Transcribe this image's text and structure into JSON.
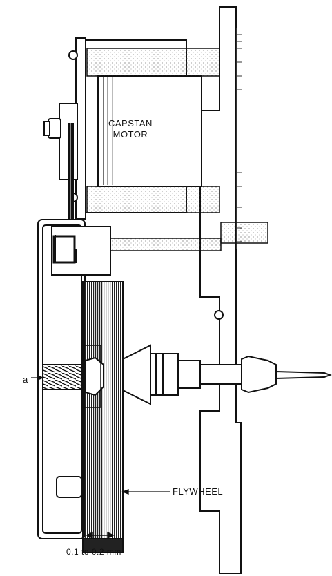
{
  "labels": {
    "capstan_line1": "CAPSTAN",
    "capstan_line2": "MOTOR",
    "flywheel": "FLYWHEEL",
    "part_a": "a",
    "tolerance": "0.1 to 0.2 mm"
  },
  "colors": {
    "ink": "#111111",
    "paper": "#ffffff"
  }
}
